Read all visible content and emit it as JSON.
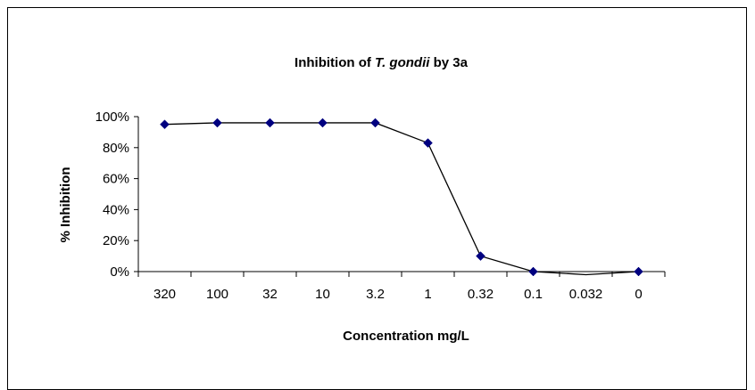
{
  "chart_data": {
    "type": "line",
    "title_parts": [
      "Inhibition of ",
      "T. gondii",
      "  by 3a"
    ],
    "xlabel": "Concentration mg/L",
    "ylabel": "% Inhibition",
    "categories": [
      "320",
      "100",
      "32",
      "10",
      "3.2",
      "1",
      "0.32",
      "0.1",
      "0.032",
      "0"
    ],
    "y_ticks": [
      "0%",
      "20%",
      "40%",
      "60%",
      "80%",
      "100%"
    ],
    "ylim": [
      0,
      100
    ],
    "values": [
      95,
      96,
      96,
      96,
      96,
      83,
      10,
      0,
      -2,
      0
    ],
    "marker_visible": [
      true,
      true,
      true,
      true,
      true,
      true,
      true,
      true,
      false,
      true
    ],
    "grid": false,
    "legend": "none",
    "colors": {
      "line": "#000000",
      "marker": "#000080",
      "axis": "#000000"
    }
  }
}
